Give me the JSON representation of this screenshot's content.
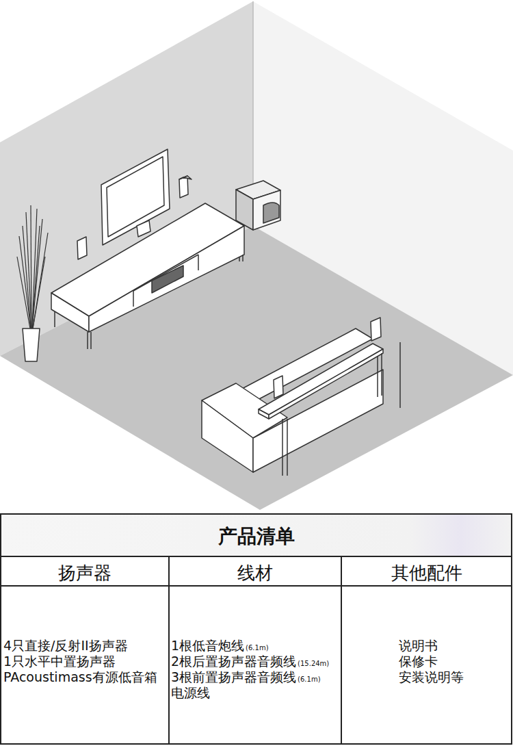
{
  "diagram": {
    "title": "产品清单",
    "labels": [
      "扬声器",
      "线材",
      "其他配件",
      "4只直接/反射II扬声器",
      "1只水平中置扬声器",
      "PAcoustimass有源低音箱",
      "1根低音炮线",
      "(6.1m)",
      "2根后置扬声器音频线",
      "(15.24m)",
      "3根前置扬声器音频线",
      "(6.1m)",
      "电源线",
      "说明书",
      "保修卡",
      "安装说明等"
    ]
  }
}
